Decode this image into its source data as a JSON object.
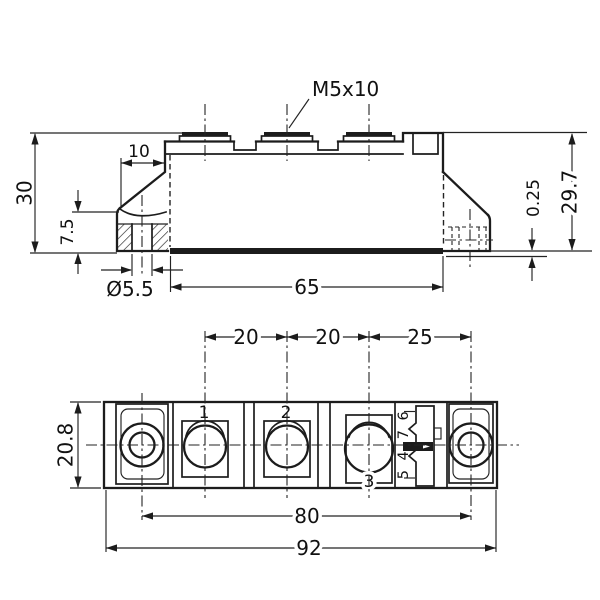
{
  "side_view": {
    "thread_label": "M5x10",
    "dim_total_height": "30",
    "dim_chamfer_width": "10",
    "dim_foot_height": "7.5",
    "dim_hole_diameter": "Ø5.5",
    "dim_body_length": "65",
    "dim_standoff": "0.25",
    "dim_body_height": "29.7"
  },
  "plan_view": {
    "dim_pitch_t1_t2": "20",
    "dim_pitch_t2_t3": "20",
    "dim_pitch_t3_hole": "25",
    "dim_width": "20.8",
    "dim_hole_span": "80",
    "dim_total_length": "92",
    "terminal_labels": [
      "1",
      "2",
      "3"
    ],
    "pin_labels_top": "7 6",
    "pin_labels_bottom": "5 4"
  }
}
